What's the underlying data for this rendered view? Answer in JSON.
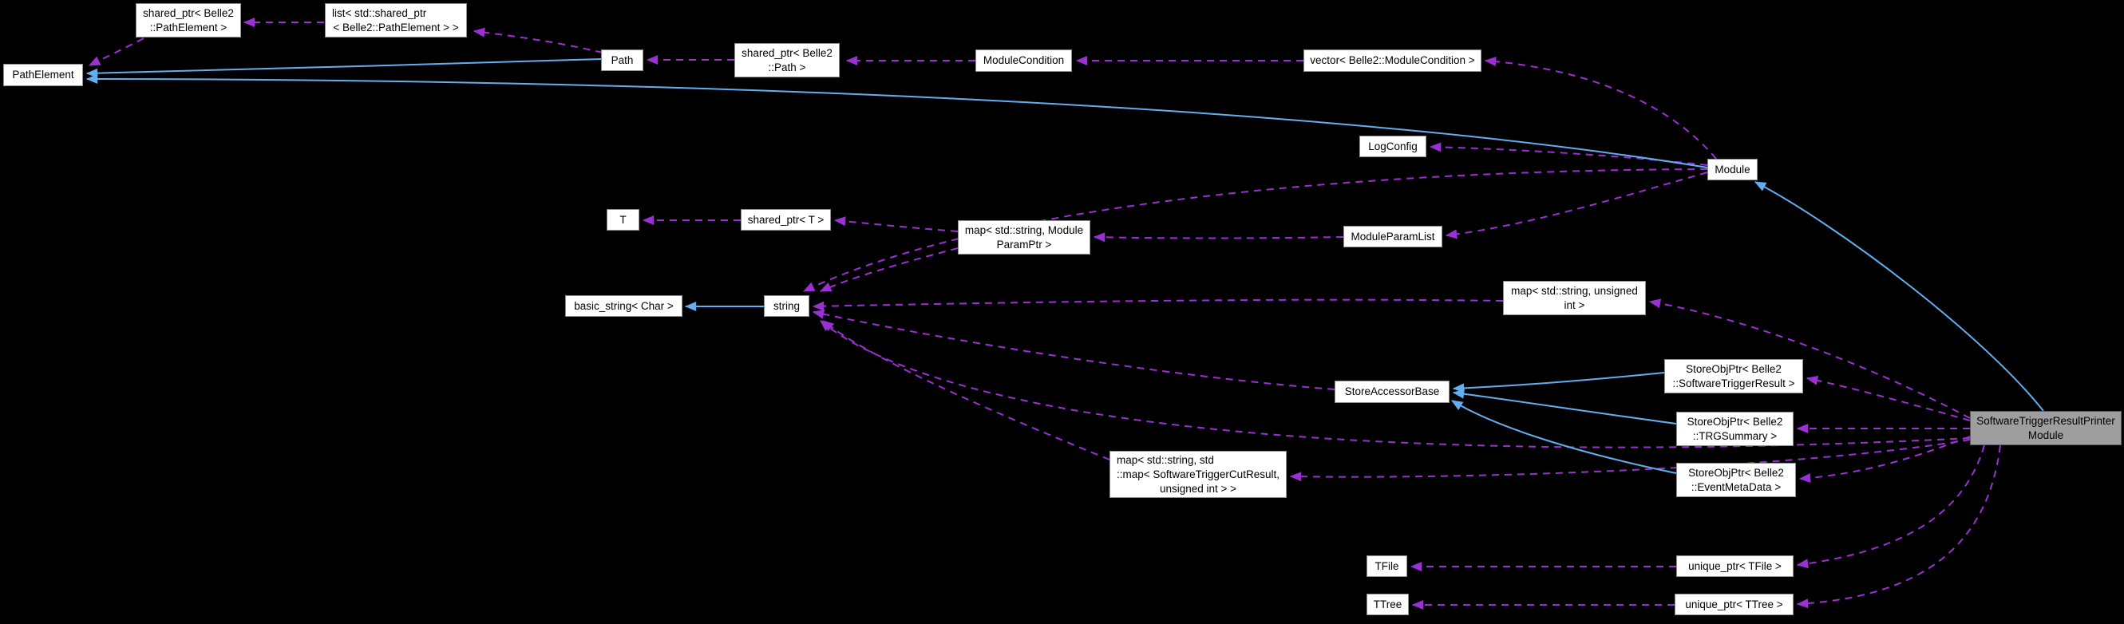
{
  "diagram": {
    "kind": "collaboration-graph",
    "colors": {
      "background": "#000000",
      "node_fill": "#ffffff",
      "node_border": "#8f8f8f",
      "highlight_fill": "#9e9e9e",
      "highlight_border": "#5c5c5c",
      "dashed_edge": "#9b30d5",
      "solid_edge": "#62aef0",
      "text": "#000000"
    },
    "nodes": [
      {
        "id": "pathelement",
        "lines": [
          "PathElement"
        ],
        "highlighted": false
      },
      {
        "id": "shared-ptr-pathelement",
        "lines": [
          "shared_ptr< Belle2",
          "::PathElement >"
        ],
        "highlighted": false
      },
      {
        "id": "list-shared-ptr-pathelement",
        "lines": [
          "list< std::shared_ptr",
          "< Belle2::PathElement > >"
        ],
        "highlighted": false
      },
      {
        "id": "path",
        "lines": [
          "Path"
        ],
        "highlighted": false
      },
      {
        "id": "shared-ptr-path",
        "lines": [
          "shared_ptr< Belle2",
          "::Path >"
        ],
        "highlighted": false
      },
      {
        "id": "module-condition",
        "lines": [
          "ModuleCondition"
        ],
        "highlighted": false
      },
      {
        "id": "vector-module-condition",
        "lines": [
          "vector< Belle2::ModuleCondition >"
        ],
        "highlighted": false
      },
      {
        "id": "log-config",
        "lines": [
          "LogConfig"
        ],
        "highlighted": false
      },
      {
        "id": "module",
        "lines": [
          "Module"
        ],
        "highlighted": false
      },
      {
        "id": "t",
        "lines": [
          "T"
        ],
        "highlighted": false
      },
      {
        "id": "shared-ptr-t",
        "lines": [
          "shared_ptr< T >"
        ],
        "highlighted": false
      },
      {
        "id": "map-string-moduleparamptr",
        "lines": [
          "map< std::string, Module",
          "ParamPtr >"
        ],
        "highlighted": false
      },
      {
        "id": "module-param-list",
        "lines": [
          "ModuleParamList"
        ],
        "highlighted": false
      },
      {
        "id": "map-string-unsigned-int",
        "lines": [
          "map< std::string, unsigned",
          "int >"
        ],
        "highlighted": false
      },
      {
        "id": "basic-string-char",
        "lines": [
          "basic_string< Char >"
        ],
        "highlighted": false
      },
      {
        "id": "string",
        "lines": [
          "string"
        ],
        "highlighted": false
      },
      {
        "id": "store-accessor-base",
        "lines": [
          "StoreAccessorBase"
        ],
        "highlighted": false
      },
      {
        "id": "storeobjptr-softwaretriggerresult",
        "lines": [
          "StoreObjPtr< Belle2",
          "::SoftwareTriggerResult >"
        ],
        "highlighted": false
      },
      {
        "id": "storeobjptr-trgsummary",
        "lines": [
          "StoreObjPtr< Belle2",
          "::TRGSummary >"
        ],
        "highlighted": false
      },
      {
        "id": "storeobjptr-eventmetadata",
        "lines": [
          "StoreObjPtr< Belle2",
          "::EventMetaData >"
        ],
        "highlighted": false
      },
      {
        "id": "software-trigger-result-printer-module",
        "lines": [
          "SoftwareTriggerResultPrinter",
          "Module"
        ],
        "highlighted": true
      },
      {
        "id": "map-softwaretriggercutresult",
        "lines": [
          "map< std::string, std",
          "::map< SoftwareTriggerCutResult,",
          "unsigned int > >"
        ],
        "highlighted": false
      },
      {
        "id": "tfile",
        "lines": [
          "TFile"
        ],
        "highlighted": false
      },
      {
        "id": "unique-ptr-tfile",
        "lines": [
          "unique_ptr< TFile >"
        ],
        "highlighted": false
      },
      {
        "id": "ttree",
        "lines": [
          "TTree"
        ],
        "highlighted": false
      },
      {
        "id": "unique-ptr-ttree",
        "lines": [
          "unique_ptr< TTree >"
        ],
        "highlighted": false
      }
    ],
    "edges": [
      {
        "from": "list-shared-ptr-pathelement",
        "to": "shared-ptr-pathelement",
        "style": "dashed"
      },
      {
        "from": "shared-ptr-pathelement",
        "to": "pathelement",
        "style": "dashed"
      },
      {
        "from": "path",
        "to": "list-shared-ptr-pathelement",
        "style": "dashed"
      },
      {
        "from": "shared-ptr-path",
        "to": "path",
        "style": "dashed"
      },
      {
        "from": "module-condition",
        "to": "shared-ptr-path",
        "style": "dashed"
      },
      {
        "from": "vector-module-condition",
        "to": "module-condition",
        "style": "dashed"
      },
      {
        "from": "module",
        "to": "vector-module-condition",
        "style": "dashed"
      },
      {
        "from": "module",
        "to": "log-config",
        "style": "dashed"
      },
      {
        "from": "module",
        "to": "module-param-list",
        "style": "dashed"
      },
      {
        "from": "module-param-list",
        "to": "map-string-moduleparamptr",
        "style": "dashed"
      },
      {
        "from": "map-string-moduleparamptr",
        "to": "shared-ptr-t",
        "style": "dashed"
      },
      {
        "from": "shared-ptr-t",
        "to": "t",
        "style": "dashed"
      },
      {
        "from": "map-string-moduleparamptr",
        "to": "string",
        "style": "dashed"
      },
      {
        "from": "module",
        "to": "string",
        "style": "dashed"
      },
      {
        "from": "map-string-unsigned-int",
        "to": "string",
        "style": "dashed"
      },
      {
        "from": "store-accessor-base",
        "to": "string",
        "style": "dashed"
      },
      {
        "from": "map-softwaretriggercutresult",
        "to": "string",
        "style": "dashed"
      },
      {
        "from": "software-trigger-result-printer-module",
        "to": "string",
        "style": "dashed"
      },
      {
        "from": "software-trigger-result-printer-module",
        "to": "map-string-unsigned-int",
        "style": "dashed"
      },
      {
        "from": "software-trigger-result-printer-module",
        "to": "map-softwaretriggercutresult",
        "style": "dashed"
      },
      {
        "from": "software-trigger-result-printer-module",
        "to": "storeobjptr-softwaretriggerresult",
        "style": "dashed"
      },
      {
        "from": "software-trigger-result-printer-module",
        "to": "storeobjptr-trgsummary",
        "style": "dashed"
      },
      {
        "from": "software-trigger-result-printer-module",
        "to": "storeobjptr-eventmetadata",
        "style": "dashed"
      },
      {
        "from": "software-trigger-result-printer-module",
        "to": "unique-ptr-tfile",
        "style": "dashed"
      },
      {
        "from": "software-trigger-result-printer-module",
        "to": "unique-ptr-ttree",
        "style": "dashed"
      },
      {
        "from": "unique-ptr-tfile",
        "to": "tfile",
        "style": "dashed"
      },
      {
        "from": "unique-ptr-ttree",
        "to": "ttree",
        "style": "dashed"
      },
      {
        "from": "path",
        "to": "pathelement",
        "style": "solid"
      },
      {
        "from": "module",
        "to": "pathelement",
        "style": "solid"
      },
      {
        "from": "software-trigger-result-printer-module",
        "to": "module",
        "style": "solid"
      },
      {
        "from": "string",
        "to": "basic-string-char",
        "style": "solid"
      },
      {
        "from": "storeobjptr-softwaretriggerresult",
        "to": "store-accessor-base",
        "style": "solid"
      },
      {
        "from": "storeobjptr-trgsummary",
        "to": "store-accessor-base",
        "style": "solid"
      },
      {
        "from": "storeobjptr-eventmetadata",
        "to": "store-accessor-base",
        "style": "solid"
      }
    ]
  }
}
